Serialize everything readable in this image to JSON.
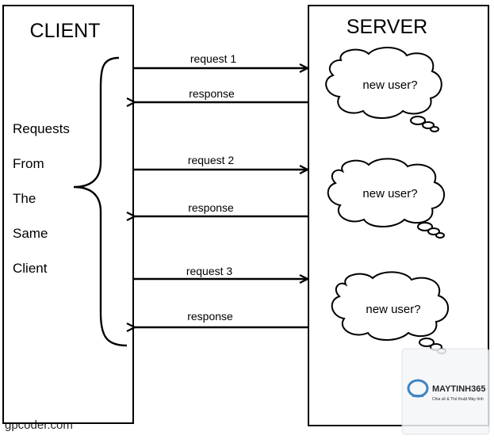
{
  "client": {
    "title": "CLIENT",
    "bracket_lines": [
      "Requests",
      "From",
      "The",
      "Same",
      "Client"
    ]
  },
  "server": {
    "title": "SERVER",
    "cloud_label": "new user?"
  },
  "exchanges": [
    {
      "request": "request 1",
      "response": "response"
    },
    {
      "request": "request 2",
      "response": "response"
    },
    {
      "request": "request 3",
      "response": "response"
    }
  ],
  "watermarks": {
    "site": "gpcoder.com",
    "logo_text": "MAYTINH365",
    "logo_tagline": "Chia sẻ & Thủ thuật Máy tính"
  },
  "colors": {
    "line": "#000000",
    "watermark_green": "#3a9a5a",
    "logo_blue": "#1f6fb8",
    "logo_orange": "#e8821e"
  }
}
